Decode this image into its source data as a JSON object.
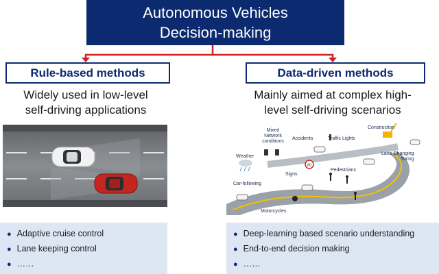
{
  "title": {
    "line1": "Autonomous Vehicles",
    "line2": "Decision-making"
  },
  "colors": {
    "title_bg": "#0b2a6f",
    "connector": "#d32020",
    "list_bg": "#dde6f3"
  },
  "left": {
    "heading": "Rule-based methods",
    "desc_line1": "Widely used in low-level",
    "desc_line2": "self-driving applications",
    "items": [
      "Adaptive cruise control",
      "Lane keeping control",
      "……"
    ]
  },
  "right": {
    "heading": "Data-driven methods",
    "desc_line1": "Mainly aimed at complex high-",
    "desc_line2": "level self-driving scenarios",
    "scenario_labels": {
      "mixed": "Mixed",
      "network": "Network",
      "conditions": "conditions",
      "accidents": "Accidents",
      "traffic_lights": "Traffic Lights",
      "construction": "Construction",
      "weather": "Weather",
      "lane_changing": "Lane Changing",
      "turing": "Turing",
      "signs": "Signs",
      "pedestrians": "Pedestrians",
      "car_following": "Car-following",
      "motorcycles": "Motorcycles",
      "speed_sign": "80"
    },
    "items": [
      "Deep-learning based scenario understanding",
      "End-to-end decision making",
      "……"
    ]
  }
}
